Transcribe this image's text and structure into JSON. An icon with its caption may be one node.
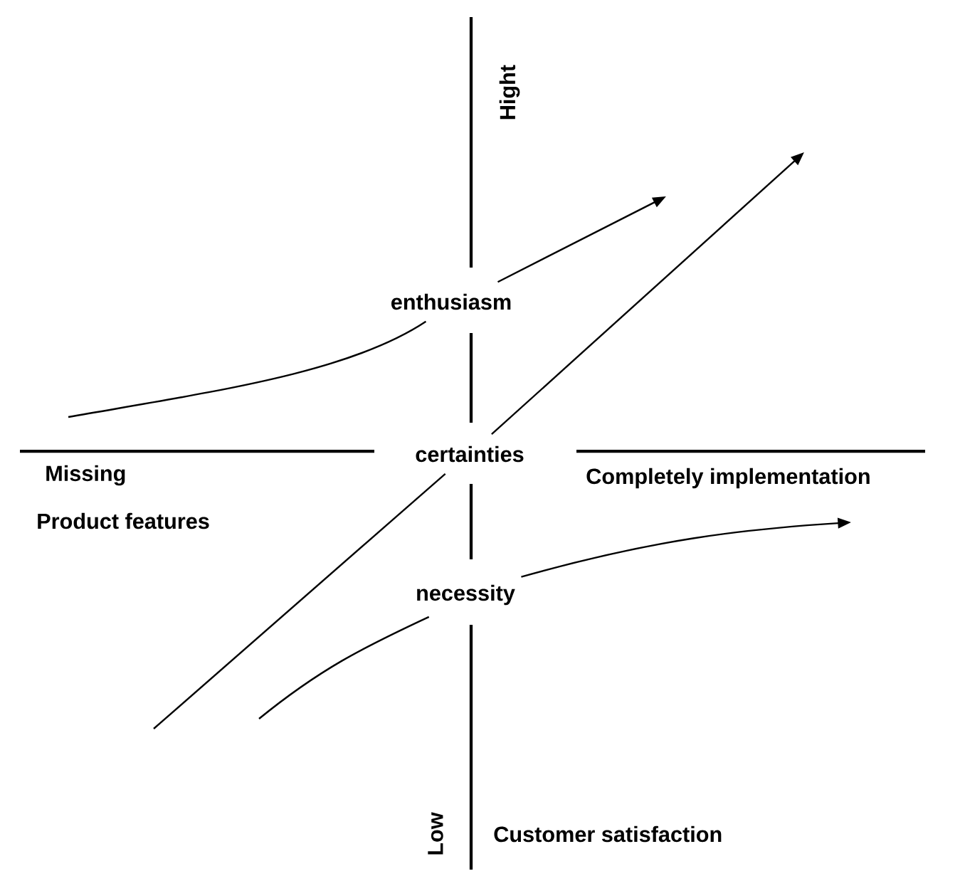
{
  "diagram": {
    "nodes": [
      {
        "text": [
          "enthusiasm"
        ]
      },
      {
        "text": [
          "certainties"
        ]
      },
      {
        "text": [
          "necessity"
        ]
      }
    ],
    "edges": [
      {
        "from": null,
        "to": 0,
        "arrow": "none"
      },
      {
        "from": 0,
        "to": null,
        "arrow": "to"
      },
      {
        "from": null,
        "to": 1,
        "arrow": "none"
      },
      {
        "from": 1,
        "to": null,
        "arrow": "to"
      },
      {
        "from": null,
        "to": 2,
        "arrow": "none"
      },
      {
        "from": 2,
        "to": null,
        "arrow": "to"
      }
    ],
    "labels": [
      "Hight",
      "Missing",
      "Product features",
      "Completely implementation",
      "Low",
      "Customer satisfaction"
    ]
  }
}
